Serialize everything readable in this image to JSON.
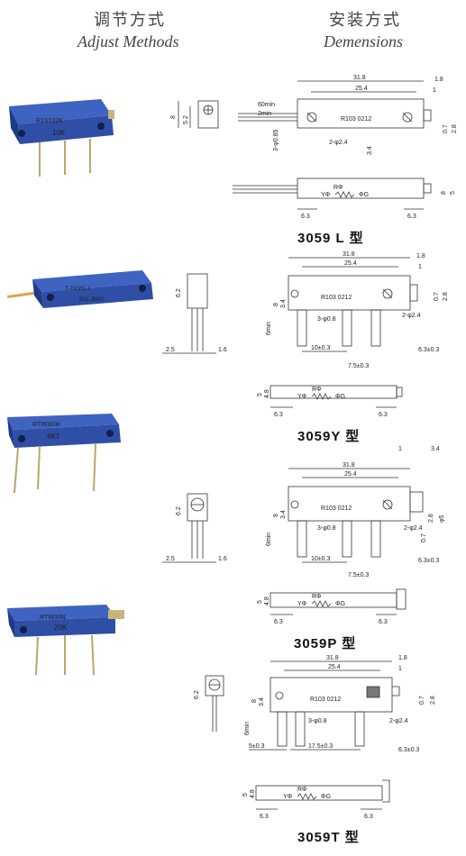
{
  "header": {
    "adjust_cn": "调节方式",
    "adjust_en": "Adjust  Methods",
    "dimension_cn": "安装方式",
    "dimension_en": "Demensions"
  },
  "colors": {
    "body_blue": "#2f4fa6",
    "pin": "#b8a76a",
    "line": "#333333"
  },
  "sections": [
    {
      "title": "3059 L 型",
      "photo_marking": [
        "R1S102K",
        "10K"
      ],
      "top_dims": {
        "overall": "31.8",
        "inner": "25.4",
        "right_a": "1.8",
        "right_b": "1"
      },
      "body_text": "R103 0212",
      "holes": "2-φ2.4",
      "pins": "3-φ0.85",
      "lead": [
        "60min",
        "2min"
      ],
      "side": [
        "8",
        "5.2",
        "3.4",
        "0.7",
        "2.8"
      ],
      "bottom": {
        "left": "6.3",
        "right": "6.3",
        "h1": "8",
        "h2": "5"
      },
      "schematic": {
        "r": "RΦ",
        "y": "YΦ",
        "g": "ΦG"
      }
    },
    {
      "title": "3059Y 型",
      "photo_marking": [
        "T-20(35)-1",
        "BUL-BNIS"
      ],
      "top_dims": {
        "overall": "31.8",
        "inner": "25.4",
        "right_a": "1.8",
        "right_b": "1"
      },
      "body_text": "R103 0212",
      "holes": "2-φ2.4",
      "pins": "3-φ0.8",
      "side": [
        "8",
        "6.2",
        "3.4",
        "6min",
        "0.7",
        "2.8"
      ],
      "pitch": [
        "10±0.3",
        "7.5±0.3",
        "6.3±0.3"
      ],
      "front": [
        "2.5",
        "1.6"
      ],
      "bottom": {
        "left": "6.3",
        "right": "6.3",
        "h1": "5",
        "h2": "4.8"
      },
      "schematic": {
        "r": "RΦ",
        "y": "YΦ",
        "g": "ΦG"
      }
    },
    {
      "title": "3059P 型",
      "photo_marking": [
        "RTW30/H",
        "4K7"
      ],
      "top_dims": {
        "overall": "31.8",
        "inner": "25.4",
        "right_a": "1",
        "right_b": "3.4"
      },
      "body_text": "R103 0212",
      "holes": "2-φ2.4",
      "pins": "3-φ0.8",
      "side": [
        "8",
        "6.2",
        "3.4",
        "6min",
        "2.8",
        "φ5",
        "0.7"
      ],
      "pitch": [
        "10±0.3",
        "7.5±0.3",
        "6.3±0.3"
      ],
      "front": [
        "2.5",
        "1.6"
      ],
      "bottom": {
        "left": "6.3",
        "right": "6.3",
        "h1": "5",
        "h2": "4.8"
      },
      "schematic": {
        "r": "RΦ",
        "y": "YΦ",
        "g": "ΦG"
      }
    },
    {
      "title": "3059T 型",
      "photo_marking": [
        "RTW30N",
        "20K"
      ],
      "top_dims": {
        "overall": "31.8",
        "inner": "25.4",
        "right_a": "1.8",
        "right_b": "1"
      },
      "body_text": "R103 0212",
      "holes": "2-φ2.4",
      "pins": "3-φ0.8",
      "side": [
        "8",
        "6.2",
        "3.4",
        "6min",
        "0.7",
        "2.8"
      ],
      "pitch": [
        "5±0.3",
        "17.5±0.3",
        "6.3±0.3"
      ],
      "bottom": {
        "left": "6.3",
        "right": "6.3",
        "h1": "5",
        "h2": "4.8"
      },
      "schematic": {
        "r": "RΦ",
        "y": "YΦ",
        "g": "ΦG"
      }
    }
  ]
}
